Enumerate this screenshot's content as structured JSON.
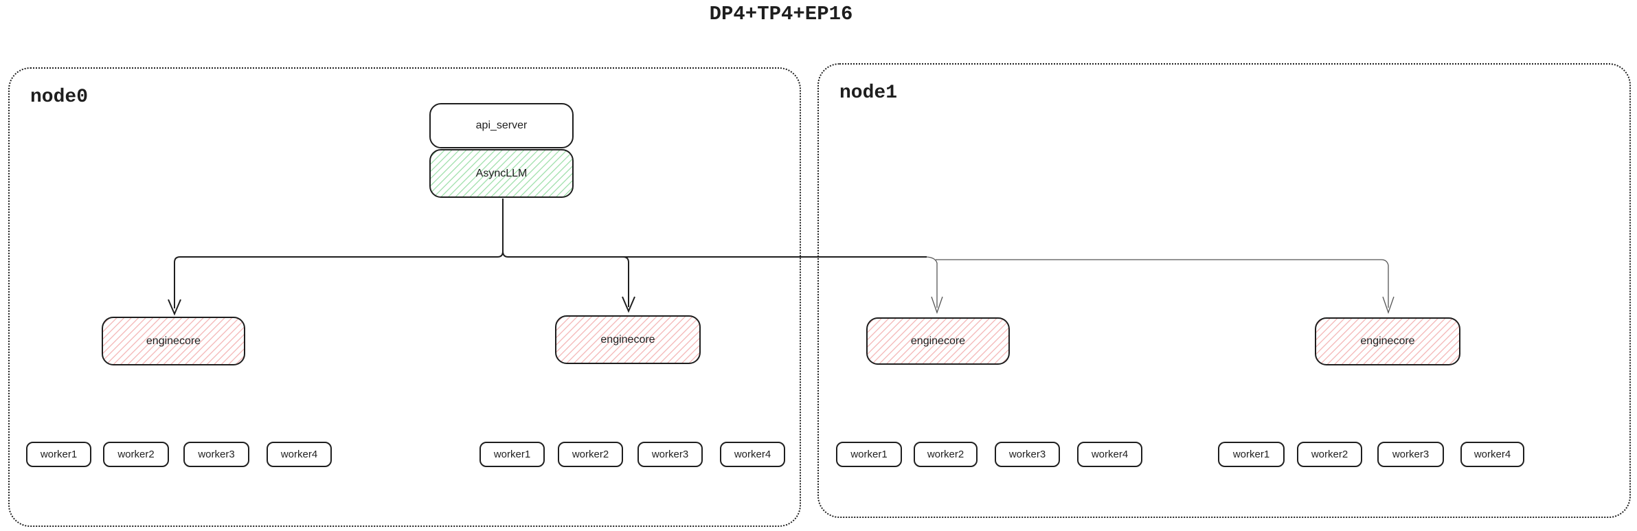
{
  "title": "DP4+TP4+EP16",
  "nodes": [
    {
      "label": "node0"
    },
    {
      "label": "node1"
    }
  ],
  "boxes": {
    "api_server": "api_server",
    "asyncllm": "AsyncLLM",
    "enginecore": "enginecore"
  },
  "workers": [
    "worker1",
    "worker2",
    "worker3",
    "worker4"
  ],
  "edges": [
    {
      "from": "AsyncLLM",
      "to": "enginecore (node0, left)",
      "style": "thick"
    },
    {
      "from": "AsyncLLM",
      "to": "enginecore (node0, right)",
      "style": "thick"
    },
    {
      "from": "AsyncLLM",
      "to": "enginecore (node1, left)",
      "style": "thin"
    },
    {
      "from": "AsyncLLM",
      "to": "enginecore (node1, right)",
      "style": "thin"
    }
  ],
  "colors": {
    "background": "#ffffff",
    "stroke": "#1e1e1e",
    "green_hatch": "#40c057",
    "red_hatch": "#e03131",
    "thin_connector": "#555555"
  }
}
